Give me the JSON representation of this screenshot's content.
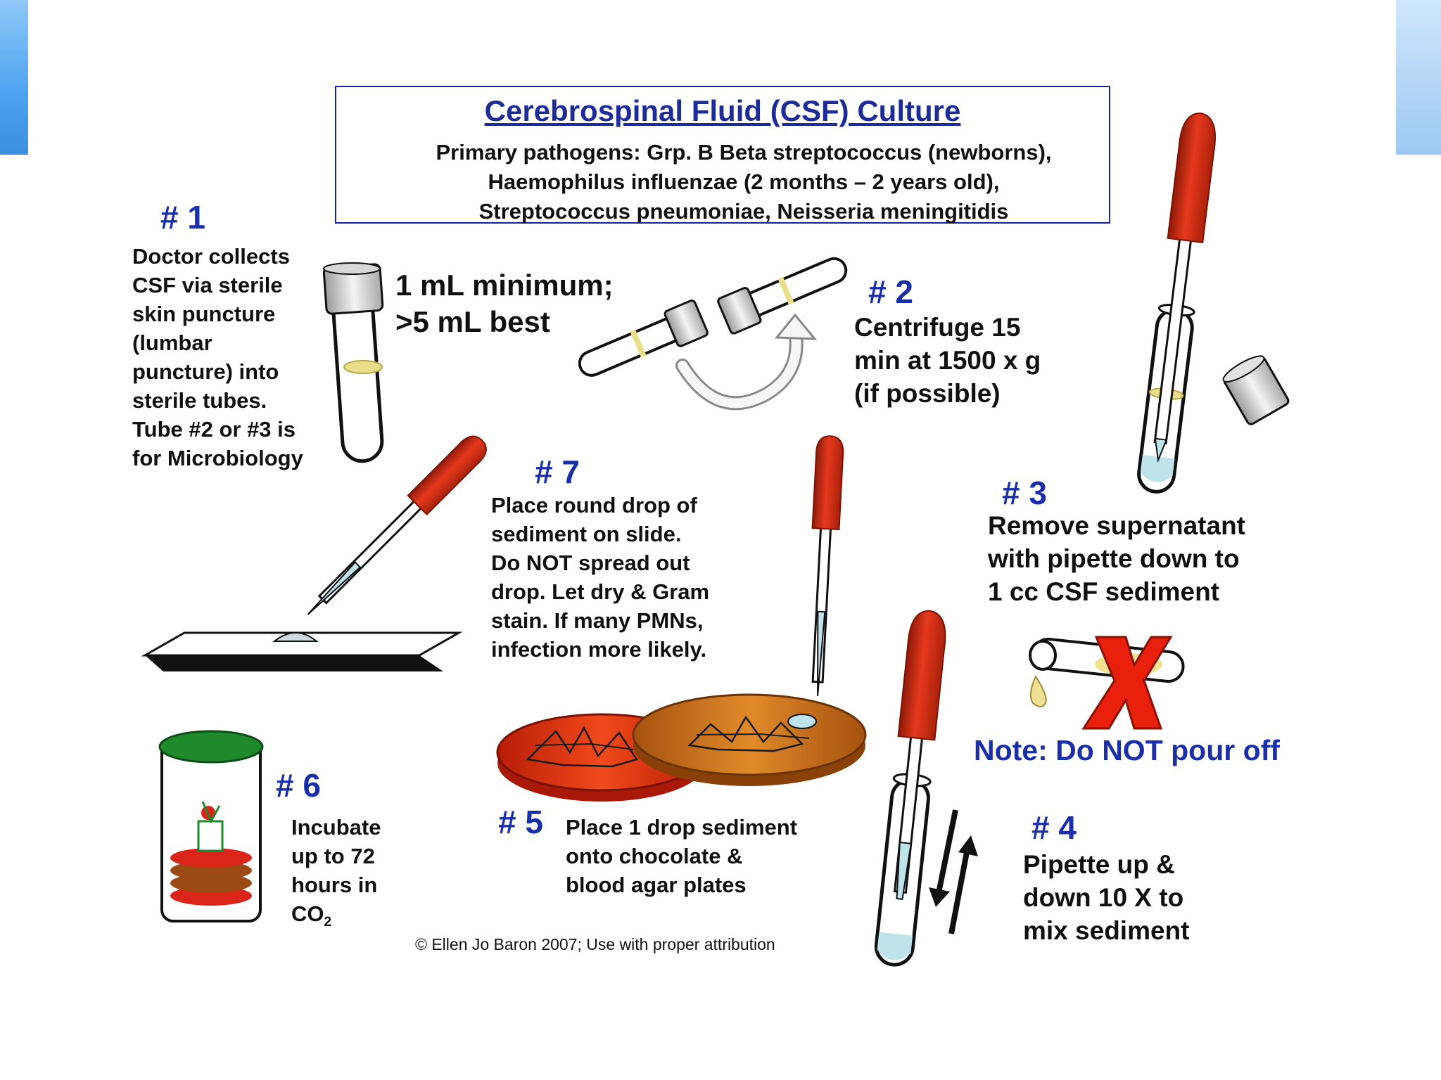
{
  "header": {
    "title": "Cerebrospinal Fluid (CSF) Culture",
    "pathogen_lines": [
      "Primary pathogens: Grp. B Beta streptococcus (newborns),",
      "Haemophilus influenzae (2 months – 2 years old),",
      "Streptococcus pneumoniae, Neisseria meningitidis"
    ]
  },
  "steps": {
    "s1": {
      "number": "# 1",
      "lines": [
        "Doctor collects",
        "CSF via sterile",
        "skin puncture",
        "(lumbar",
        "puncture) into",
        "sterile tubes.",
        "Tube #2 or #3 is",
        "for Microbiology"
      ],
      "volume_lines": [
        "1 mL minimum;",
        ">5 mL best"
      ]
    },
    "s2": {
      "number": "# 2",
      "lines": [
        "Centrifuge 15",
        "min at 1500 x g",
        "(if possible)"
      ]
    },
    "s3": {
      "number": "# 3",
      "lines": [
        "Remove supernatant",
        "with pipette down to",
        "1 cc CSF sediment"
      ],
      "note": "Note: Do NOT pour off"
    },
    "s4": {
      "number": "# 4",
      "lines": [
        "Pipette up &",
        "down 10 X to",
        "mix sediment"
      ]
    },
    "s5": {
      "number": "# 5",
      "lines": [
        "Place 1 drop sediment",
        "onto chocolate &",
        "blood agar plates"
      ]
    },
    "s6": {
      "number": "# 6",
      "lines": [
        "Incubate",
        "up to 72",
        "hours in"
      ],
      "co2": "CO",
      "co2_sub": "2"
    },
    "s7": {
      "number": "# 7",
      "lines": [
        "Place round drop of",
        "sediment on slide.",
        "Do NOT spread out",
        "drop.  Let dry & Gram",
        "stain.  If many PMNs,",
        "infection more likely."
      ]
    }
  },
  "copyright": "© Ellen Jo Baron 2007; Use with proper attribution",
  "colors": {
    "title_blue": "#1e2c9a",
    "step_number_blue": "#1a2fa8",
    "pipette_bulb_red": "#d32b14",
    "csf_yellow": "#e9df8a",
    "sediment_blue": "#bfe3ea",
    "blood_agar_red": "#e0300c",
    "chocolate_agar_brown": "#c36a1a",
    "jar_lid_green": "#1e8a2c"
  }
}
